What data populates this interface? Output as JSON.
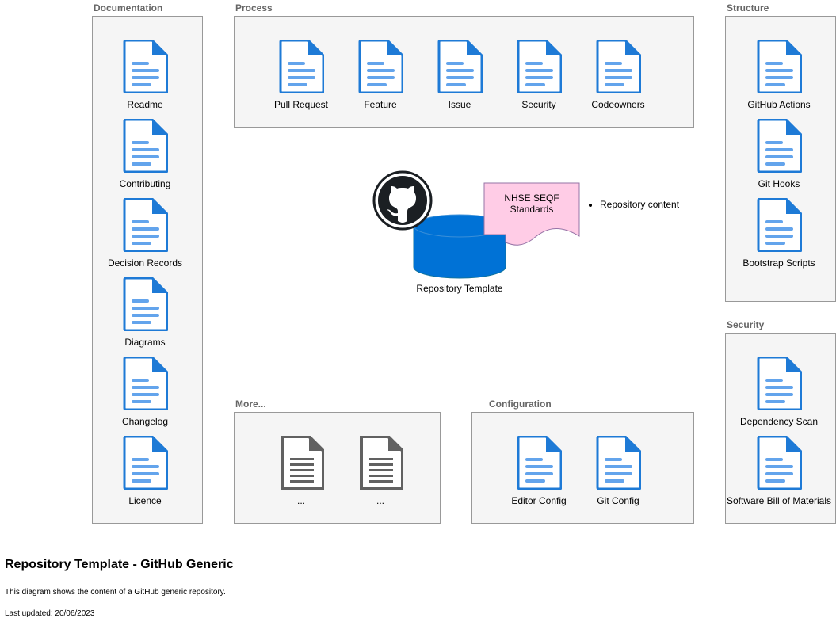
{
  "groups": {
    "documentation": {
      "title": "Documentation",
      "items": [
        "Readme",
        "Contributing",
        "Decision Records",
        "Diagrams",
        "Changelog",
        "Licence"
      ]
    },
    "process": {
      "title": "Process",
      "items": [
        "Pull Request",
        "Feature",
        "Issue",
        "Security",
        "Codeowners"
      ]
    },
    "structure": {
      "title": "Structure",
      "items": [
        "GitHub Actions",
        "Git Hooks",
        "Bootstrap Scripts"
      ]
    },
    "security": {
      "title": "Security",
      "items": [
        "Dependency Scan",
        "Software Bill of Materials"
      ]
    },
    "more": {
      "title": "More...",
      "items": [
        "...",
        "..."
      ]
    },
    "configuration": {
      "title": "Configuration",
      "items": [
        "Editor Config",
        "Git Config"
      ]
    }
  },
  "center": {
    "label": "Repository Template",
    "standards": "NHSE SEQF Standards",
    "bullet": "Repository content"
  },
  "footer": {
    "title": "Repository Template - GitHub Generic",
    "description": "This diagram shows the content of a GitHub generic repository.",
    "updated": "Last updated: 20/06/2023"
  },
  "colors": {
    "doc_blue": "#1e7ad6",
    "doc_light": "#63a4ec",
    "doc_grey": "#616161",
    "database": "#0072d6",
    "standards_fill": "#ffcce6",
    "group_fill": "#f5f5f5",
    "group_border": "#999999"
  },
  "icons": {
    "document": "document-icon",
    "github": "github-icon",
    "database": "database-icon"
  }
}
